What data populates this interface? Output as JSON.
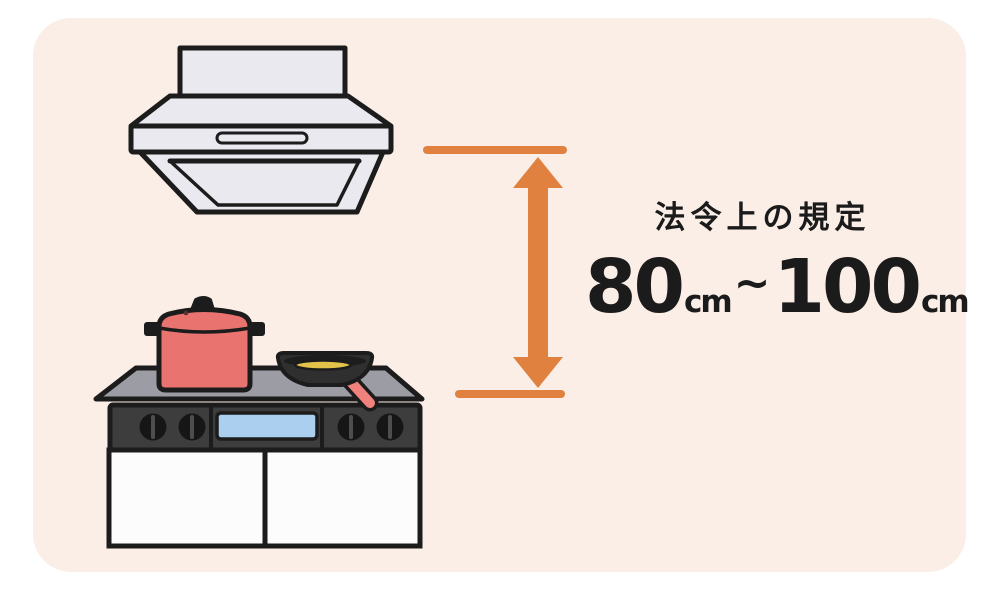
{
  "caption": {
    "title": "法令上の規定",
    "range_min": "80",
    "range_max": "100",
    "unit": "cm",
    "separator": "~"
  },
  "colors": {
    "page-bg": "#ffffff",
    "card-bg": "#faeee6",
    "ink": "#1c1c1c",
    "text": "#1b1b1b",
    "arrow": "#e08140",
    "hood": "#e9e9ef",
    "cooktop": "#9c9ca4",
    "panel": "#3d3d3d",
    "knob": "#161616",
    "display": "#abcfee",
    "cabinet": "#fcfcfc",
    "pot": "#e8736f",
    "handle": "#ef827d",
    "pan": "#2f2f2f",
    "pan-inner": "#1d1d1d",
    "food": "#e3c24a"
  }
}
